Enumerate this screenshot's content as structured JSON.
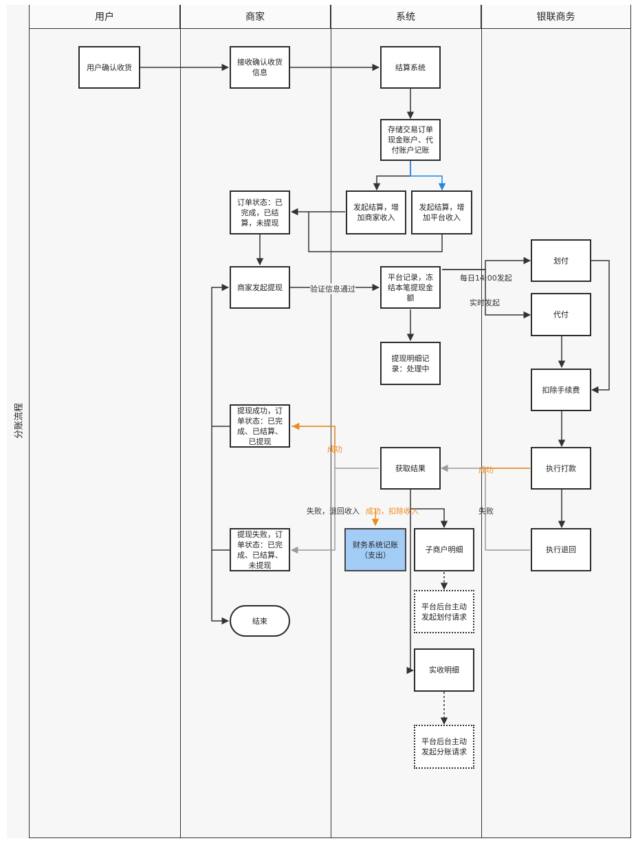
{
  "pool": {
    "title": "分账流程"
  },
  "lanes": [
    {
      "title": "用户"
    },
    {
      "title": "商家"
    },
    {
      "title": "系统"
    },
    {
      "title": "银联商务"
    }
  ],
  "nodes": {
    "user_confirm": "用户确认收货",
    "merchant_receive": "接收确认收货\n信息",
    "settle_system": "结算系统",
    "store_order": "存储交易订单\n现金账户、代\n付账户记账",
    "settle_merchant_income": "发起结算，增\n加商家收入",
    "settle_platform_income": "发起结算，增\n加平台收入",
    "order_status_unwithdrawn": "订单状态：已\n完成，已结\n算，未提现",
    "merchant_withdraw": "商家发起提现",
    "platform_record": "平台记录，冻\n结本笔提现金\n额",
    "withdraw_detail": "提现明细记\n录：处理中",
    "transfer": "划付",
    "agent_pay": "代付",
    "deduct_fee": "扣除手续费",
    "withdraw_success": "提现成功，订\n单状态：已完\n成、已结算、\n已提现",
    "get_result": "获取结果",
    "execute_payment": "执行打款",
    "withdraw_fail": "提现失败，订\n单状态：已完\n成、已结算、\n未提现",
    "finance_record": "财务系统记账\n（支出）",
    "sub_merchant_detail": "子商户明细",
    "execute_refund": "执行退回",
    "platform_transfer_request": "平台后台主动\n发起划付请求",
    "end": "结束",
    "actual_detail": "实收明细",
    "platform_split_request": "平台后台主动\n发起分账请求"
  },
  "edge_labels": {
    "verify_passed": "验证信息通过",
    "daily_1400": "每日14:00发起",
    "realtime": "实时发起",
    "success_left": "成功",
    "success_right": "成功",
    "fail_right": "失败",
    "fail_refund": "失败，退回收入",
    "success_deduct": "成功，扣除收入"
  },
  "colors": {
    "line": "#333333",
    "gray_line": "#9a9a9a",
    "orange": "#ef8a1b",
    "blue_line": "#1e88e5",
    "blue_fill": "#a3cdf7"
  }
}
